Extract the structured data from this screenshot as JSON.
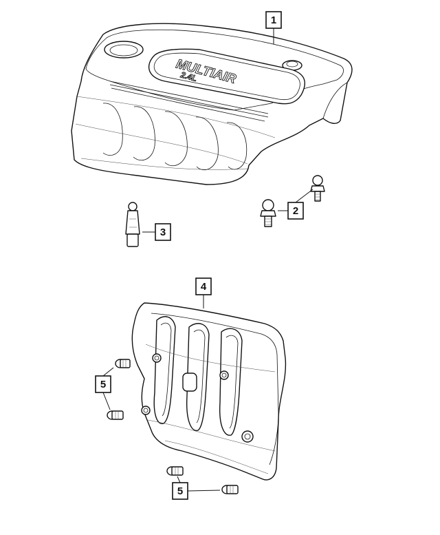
{
  "diagram": {
    "callouts": [
      {
        "id": "callout-1",
        "label": "1"
      },
      {
        "id": "callout-2",
        "label": "2"
      },
      {
        "id": "callout-3",
        "label": "3"
      },
      {
        "id": "callout-4",
        "label": "4"
      },
      {
        "id": "callout-5a",
        "label": "5"
      },
      {
        "id": "callout-5b",
        "label": "5"
      }
    ],
    "engine_cover": {
      "brand_text": "MULTIAIR",
      "displacement_text": "2.4L"
    }
  }
}
